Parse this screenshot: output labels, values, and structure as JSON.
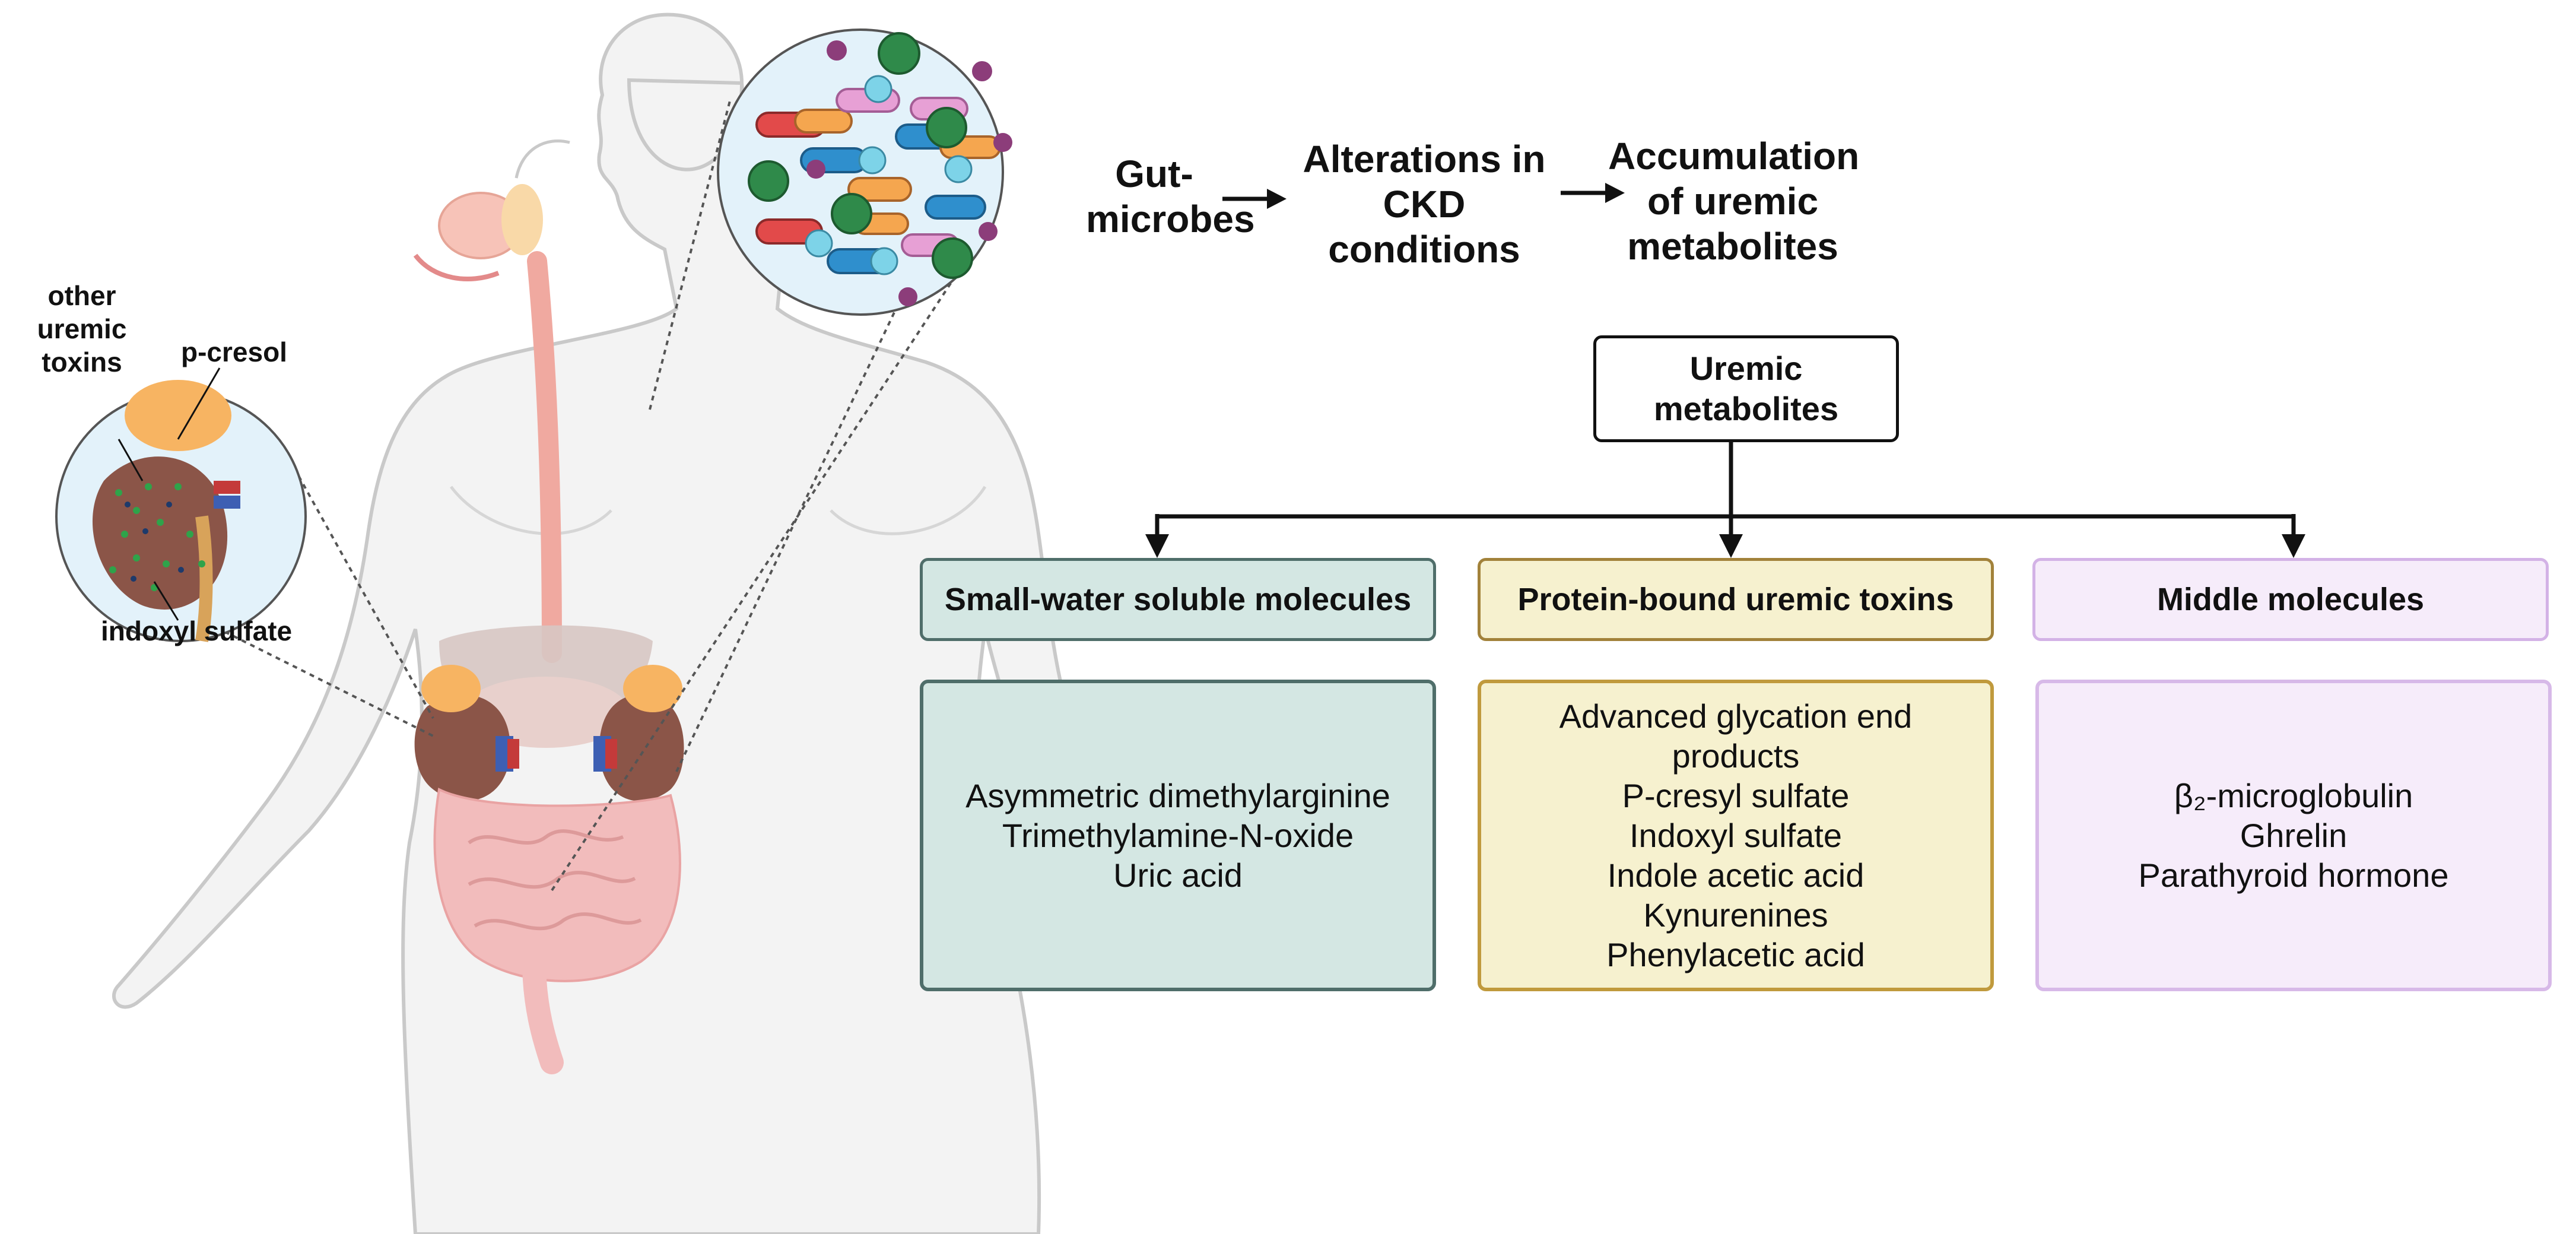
{
  "flow": {
    "step1": [
      "Gut-",
      "microbes"
    ],
    "step2": [
      "Alterations in",
      "CKD",
      "conditions"
    ],
    "step3": [
      "Accumulation",
      "of uremic",
      "metabolites"
    ]
  },
  "root_box": {
    "lines": [
      "Uremic",
      "metabolites"
    ]
  },
  "categories": [
    {
      "title": "Small-water soluble molecules",
      "items": [
        "Asymmetric dimethylarginine",
        "Trimethylamine-N-oxide",
        "Uric acid"
      ],
      "header_fill": "#d4e7e3",
      "header_border": "#4f6e6a",
      "body_fill": "#d4e7e3",
      "body_border": "#4f6e6a"
    },
    {
      "title": "Protein-bound uremic toxins",
      "items": [
        "Advanced glycation end",
        "products",
        "P-cresyl sulfate",
        "Indoxyl sulfate",
        "Indole acetic acid",
        "Kynurenines",
        "Phenylacetic acid"
      ],
      "header_fill": "#f6f1cf",
      "header_border": "#a2823a",
      "body_fill": "#f6f1cf",
      "body_border": "#c09a3d"
    },
    {
      "title": "Middle molecules",
      "items": [
        "β₂-microglobulin",
        "Ghrelin",
        "Parathyroid hormone"
      ],
      "header_fill": "#f6ecfa",
      "header_border": "#d3b2e6",
      "body_fill": "#f6ecfa",
      "body_border": "#d7b9e8"
    }
  ],
  "kidney_labels": {
    "other_toxins": [
      "other",
      "uremic",
      "toxins"
    ],
    "p_cresol": "p-cresol",
    "indoxyl_sulfate": "indoxyl sulfate"
  },
  "colors": {
    "body_outline": "#c9c9c9",
    "body_fill": "#f3f3f3",
    "intestine": "#f2bcbc",
    "kidney": "#8b5548",
    "adrenal": "#f7b462",
    "microbe_circle": "#e3f2fa",
    "bacteria_green": "#2f8a4a"
  }
}
